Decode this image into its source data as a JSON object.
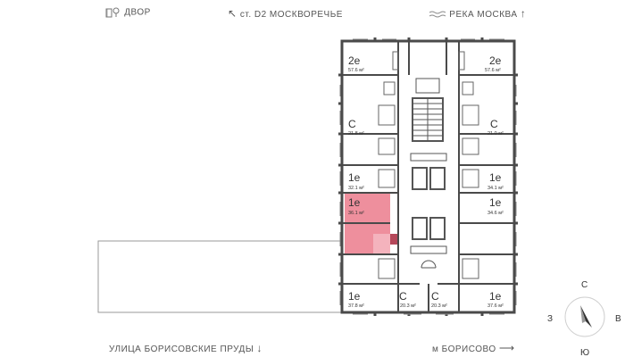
{
  "orientation": {
    "yard_label": "ДВОР",
    "station_label": "ст. D2 МОСКВОРЕЧЬЕ",
    "river_label": "РЕКА МОСКВА",
    "street_label": "УЛИЦА БОРИСОВСКИЕ ПРУДЫ",
    "metro_label": "м БОРИСОВО"
  },
  "compass": {
    "north": "С",
    "west": "З",
    "east": "В",
    "south": "Ю"
  },
  "apartments": [
    {
      "type": "2е",
      "area": "57.6 м²",
      "highlighted": false
    },
    {
      "type": "2е",
      "area": "57.6 м²",
      "highlighted": false
    },
    {
      "type": "С",
      "area": "21.8 м²",
      "highlighted": false
    },
    {
      "type": "С",
      "area": "21.0 м²",
      "highlighted": false
    },
    {
      "type": "1е",
      "area": "32.1 м²",
      "highlighted": false
    },
    {
      "type": "1е",
      "area": "34.1 м²",
      "highlighted": false
    },
    {
      "type": "1е",
      "area": "36.1 м²",
      "highlighted": true
    },
    {
      "type": "1е",
      "area": "34.6 м²",
      "highlighted": false
    },
    {
      "type": "1е",
      "area": "37.8 м²",
      "highlighted": false
    },
    {
      "type": "С",
      "area": "20.3 м²",
      "highlighted": false
    },
    {
      "type": "С",
      "area": "20.3 м²",
      "highlighted": false
    },
    {
      "type": "1е",
      "area": "37.6 м²",
      "highlighted": false
    }
  ],
  "colors": {
    "highlight": "#ee8f9d",
    "highlight_dark": "#b5485a",
    "wall": "#4a4a4a"
  }
}
